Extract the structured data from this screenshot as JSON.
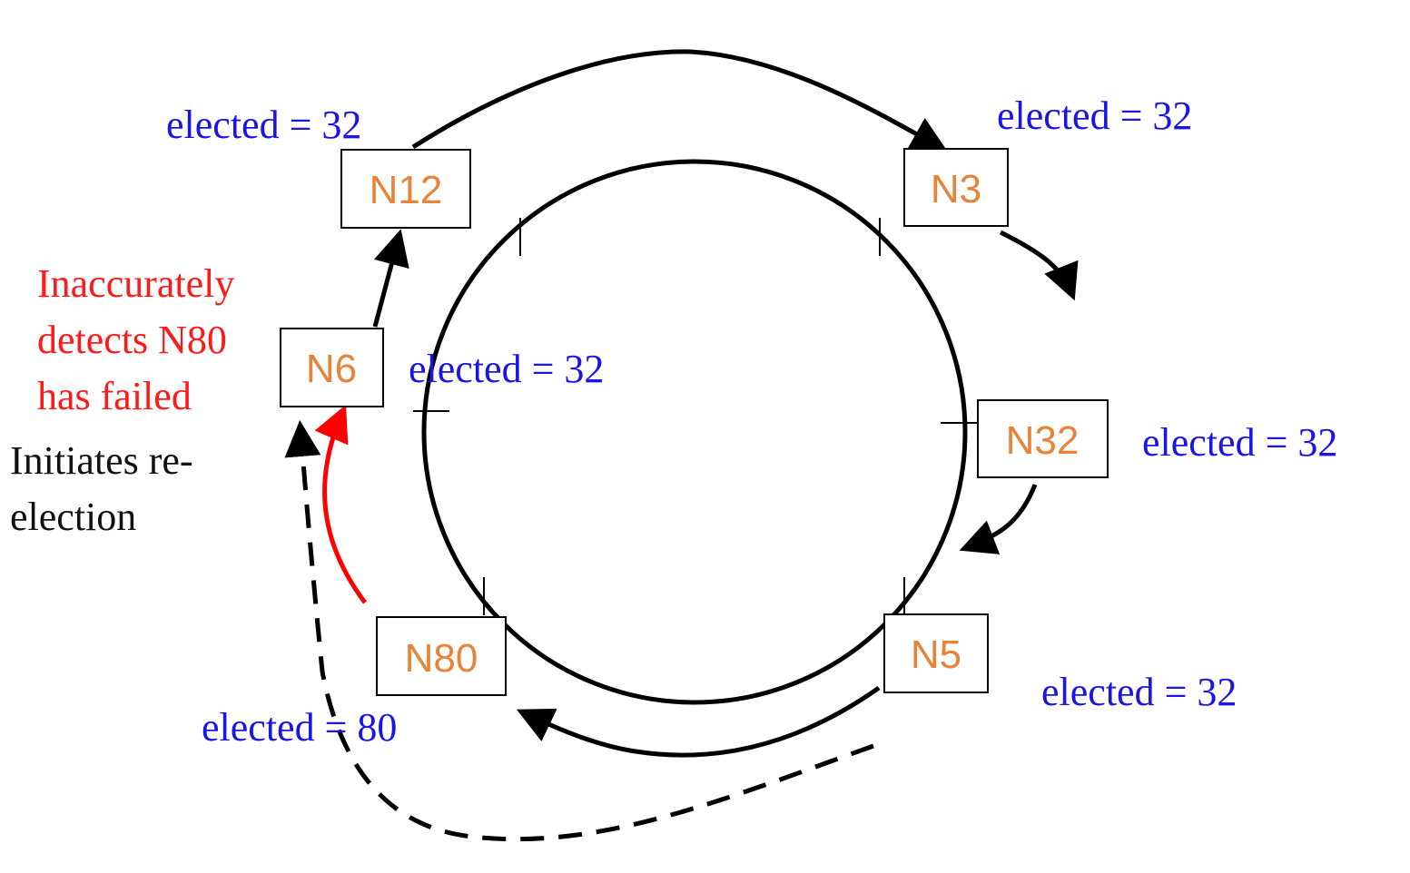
{
  "colors": {
    "node_text": "#e8843a",
    "elected_label": "#1a14e6",
    "failure_label": "#ff1a1a",
    "ring": "#000000",
    "failure_arrow": "#ff0000"
  },
  "nodes": {
    "n12": "N12",
    "n3": "N3",
    "n6": "N6",
    "n32": "N32",
    "n80": "N80",
    "n5": "N5"
  },
  "labels": {
    "elected_n12": "elected = 32",
    "elected_n3": "elected = 32",
    "elected_n6": "elected = 32",
    "elected_n32": "elected = 32",
    "elected_n5": "elected = 32",
    "elected_n80": "elected = 80",
    "failure_line1": "Inaccurately",
    "failure_line2": "detects N80",
    "failure_line3": "has failed",
    "initiates_line1": "Initiates re-",
    "initiates_line2": "election"
  }
}
